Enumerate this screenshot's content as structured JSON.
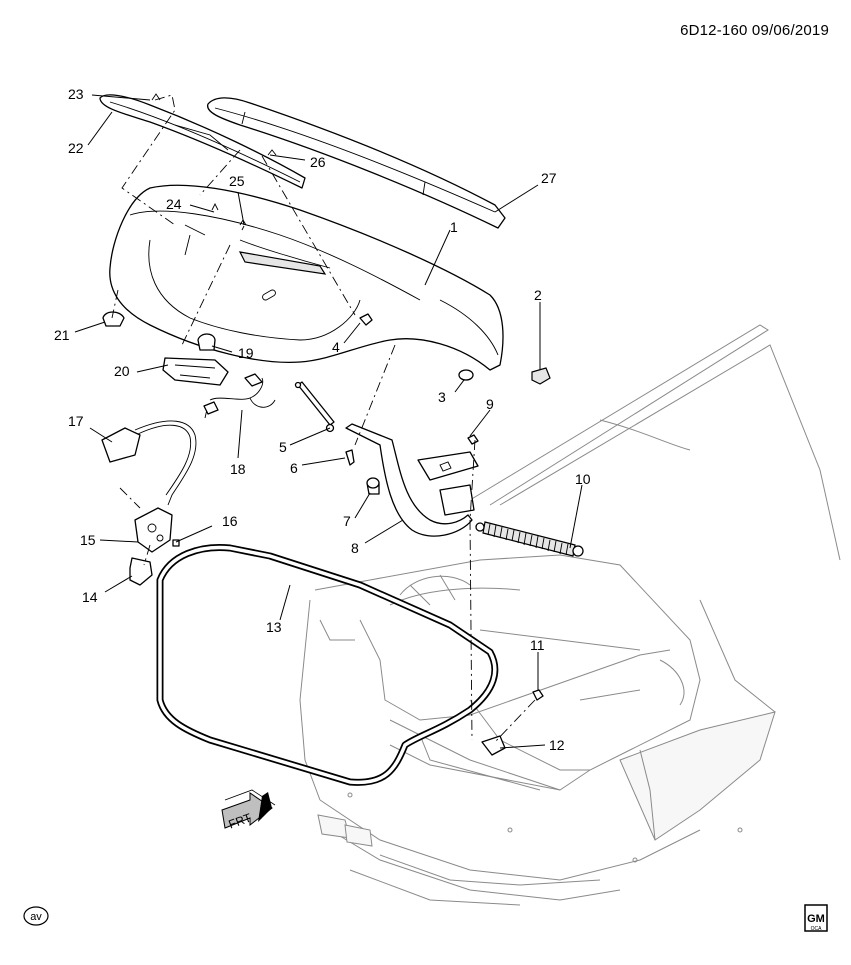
{
  "header": {
    "doc_id": "6D12-160",
    "date": "09/06/2019"
  },
  "callouts": [
    "1",
    "2",
    "3",
    "4",
    "5",
    "6",
    "7",
    "8",
    "9",
    "10",
    "11",
    "12",
    "13",
    "14",
    "15",
    "16",
    "17",
    "18",
    "19",
    "20",
    "21",
    "22",
    "23",
    "24",
    "25",
    "26",
    "27"
  ],
  "arrow_label": "FRT",
  "badges": {
    "left": "av",
    "right_top": "GM",
    "right_bottom": "OCA"
  }
}
